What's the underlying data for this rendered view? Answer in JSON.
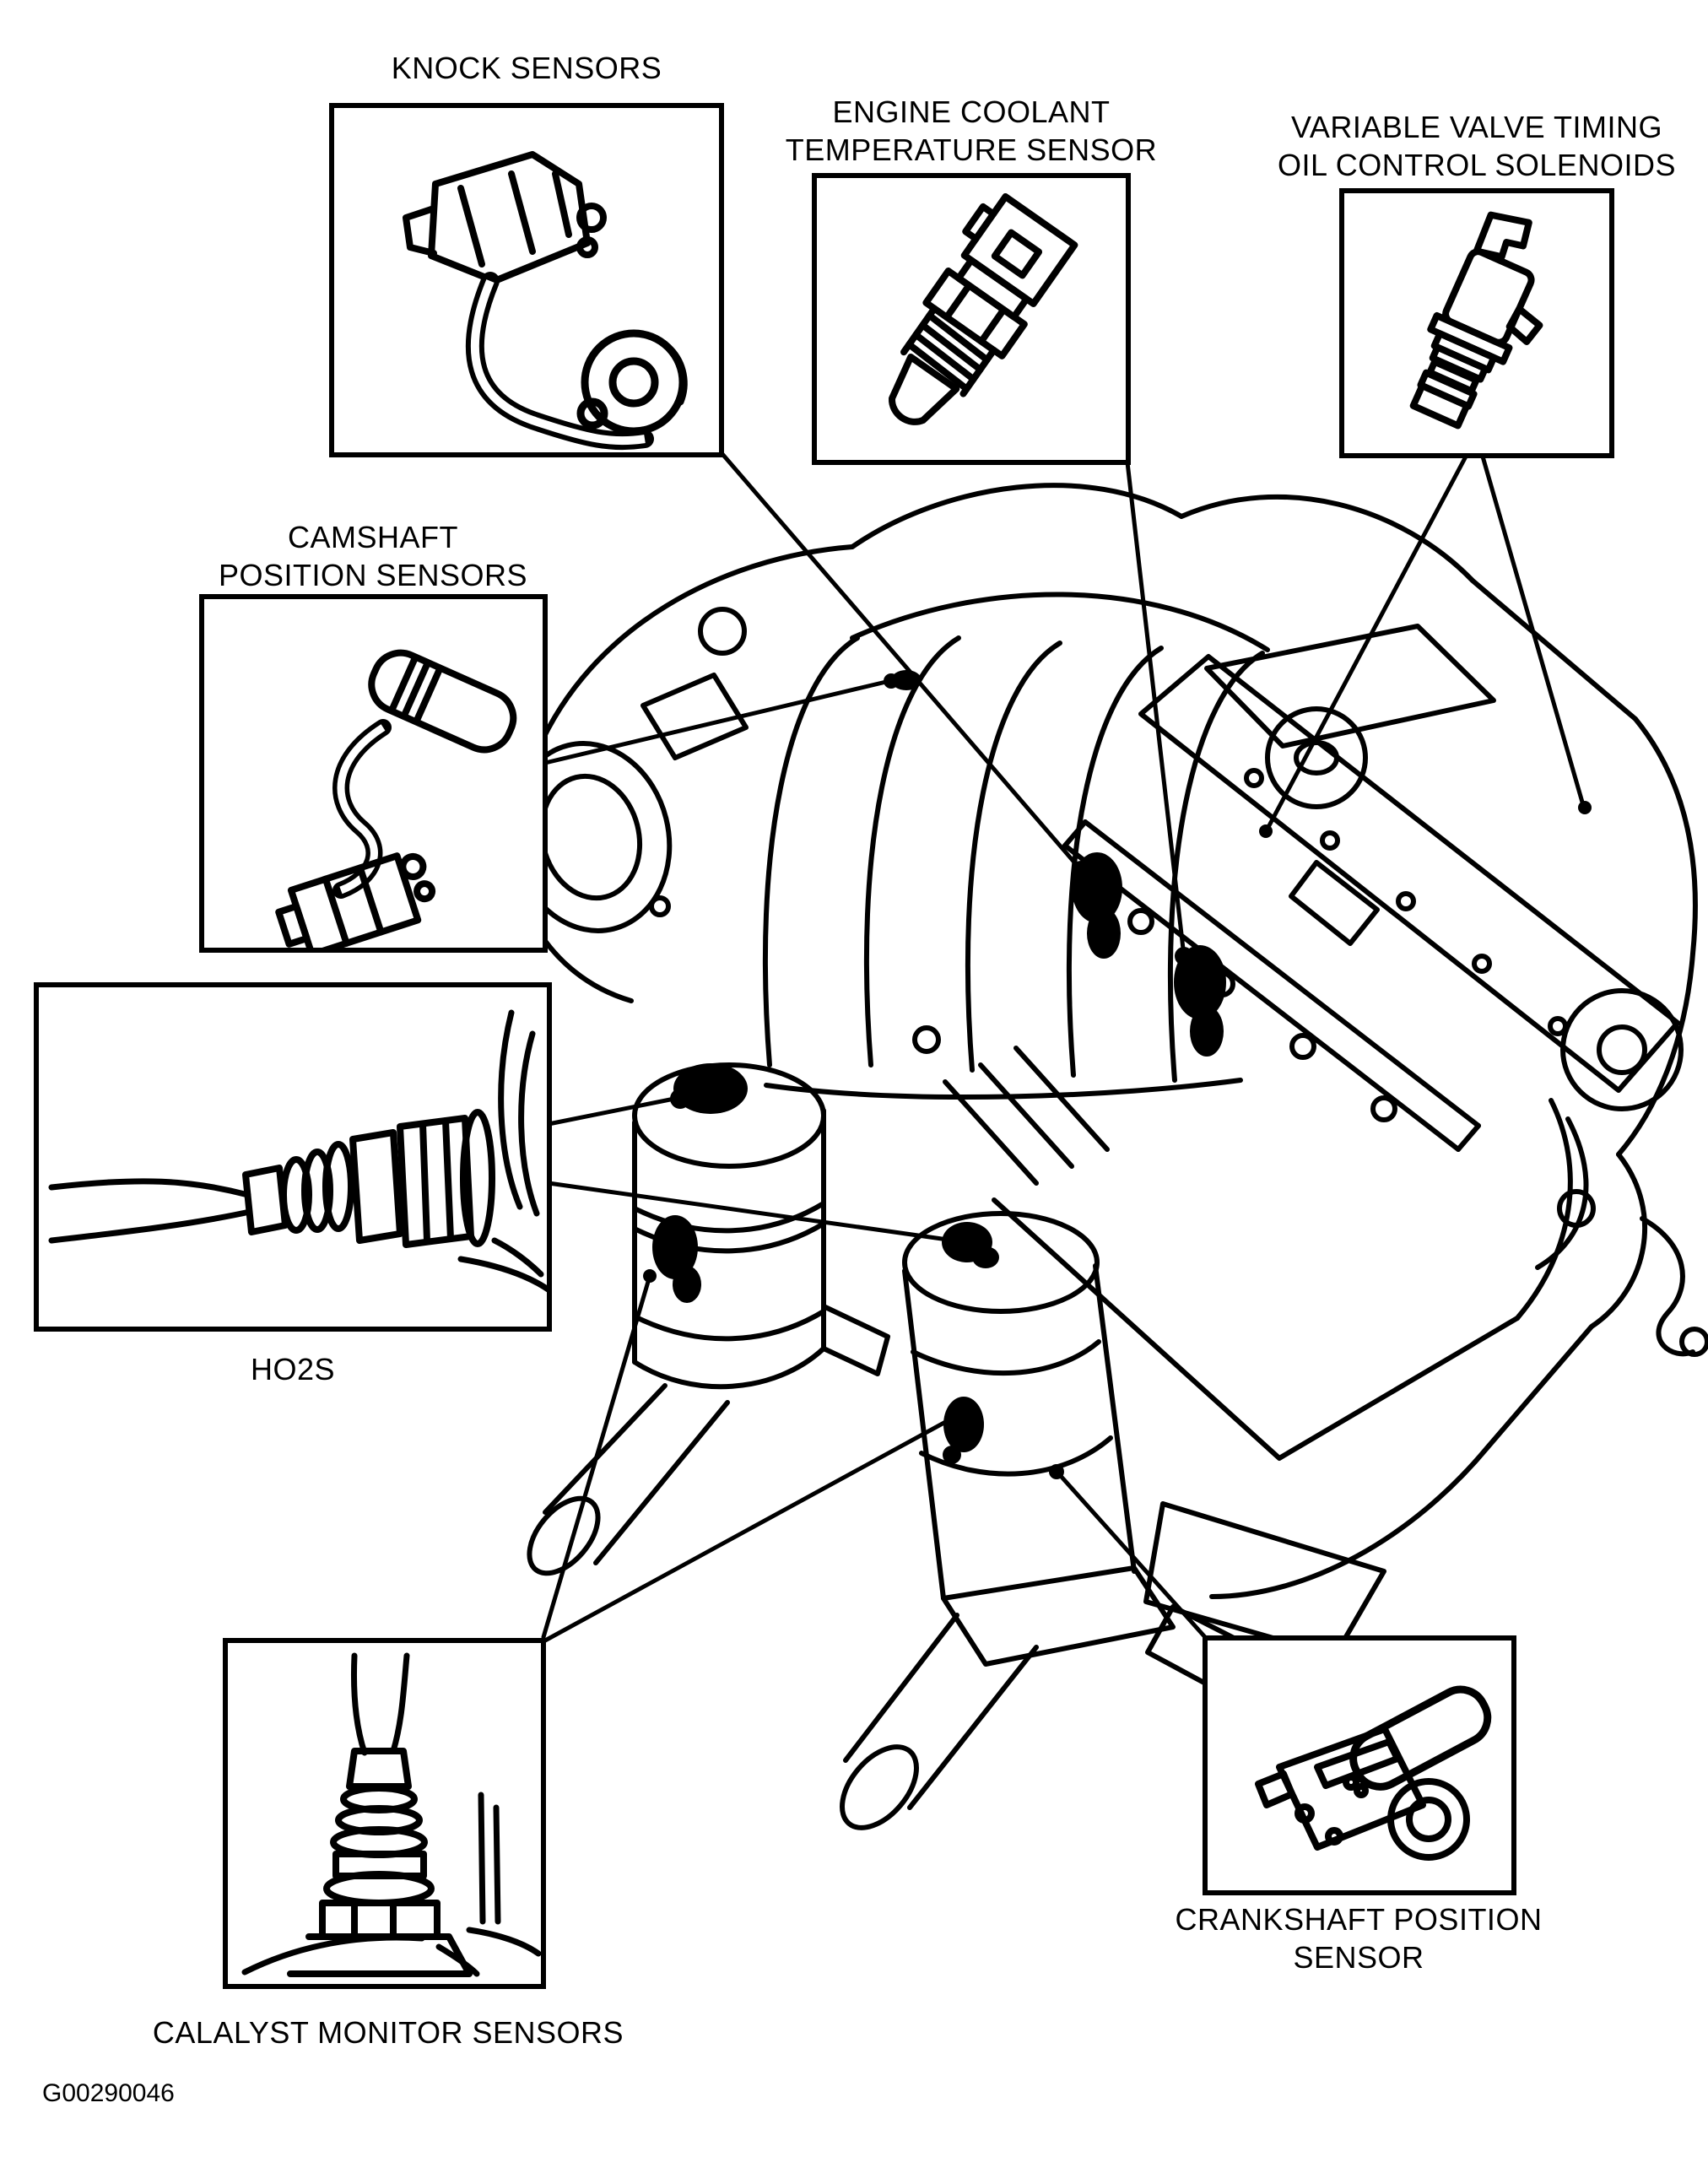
{
  "figure": {
    "id_label": "G00290046",
    "background_color": "#ffffff",
    "ink_color": "#000000"
  },
  "callouts": {
    "knock": {
      "lines": [
        "KNOCK SENSORS"
      ]
    },
    "ect": {
      "lines": [
        "ENGINE COOLANT",
        "TEMPERATURE SENSOR"
      ]
    },
    "vvt": {
      "lines": [
        "VARIABLE VALVE TIMING",
        "OIL CONTROL SOLENOIDS"
      ]
    },
    "cam": {
      "lines": [
        "CAMSHAFT",
        "POSITION SENSORS"
      ]
    },
    "ho2s": {
      "lines": [
        "HO2S"
      ]
    },
    "catalyst": {
      "lines": [
        "CALALYST MONITOR SENSORS"
      ]
    },
    "crank": {
      "lines": [
        "CRANKSHAFT POSITION",
        "SENSOR"
      ]
    }
  }
}
